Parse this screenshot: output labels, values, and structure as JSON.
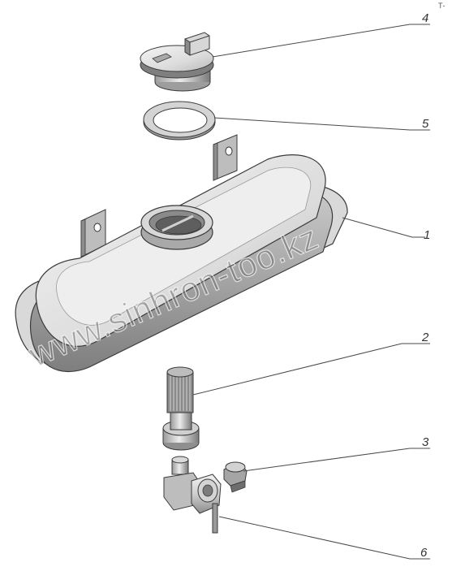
{
  "diagram": {
    "corner_mark": "Т-",
    "watermark": "www.sinhron-too.kz",
    "callouts": [
      {
        "id": "4",
        "label": "4"
      },
      {
        "id": "5",
        "label": "5"
      },
      {
        "id": "1",
        "label": "1"
      },
      {
        "id": "2",
        "label": "2"
      },
      {
        "id": "3",
        "label": "3"
      },
      {
        "id": "6",
        "label": "6"
      }
    ]
  },
  "colors": {
    "metal_light": "#e6e6e6",
    "metal_mid": "#bdbdbd",
    "metal_dark": "#6e6e6e",
    "outline": "#3a3a3a",
    "leader": "#4a4a4a"
  }
}
